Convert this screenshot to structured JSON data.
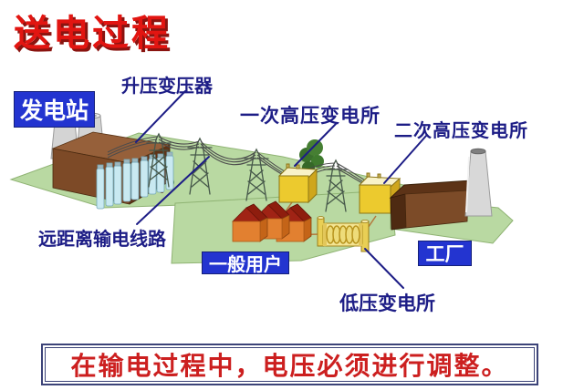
{
  "title": "送电过程",
  "note": "在输电过程中，电压必须进行调整。",
  "labels": {
    "step_up_transformer": "升压变压器",
    "power_station": "发电站",
    "primary_hv_substation": "一次高压变电所",
    "secondary_hv_substation": "二次高压变电所",
    "long_distance_line": "远距离输电线路",
    "general_users": "一般用户",
    "low_voltage_substation": "低压变电所",
    "factory": "工厂"
  },
  "colors": {
    "title_red": "#e21511",
    "title_shadow": "#8a1410",
    "label_navy": "#1d1d86",
    "box_blue": "#2334d0",
    "box_text": "#ffffff",
    "note_red": "#cc1f1f",
    "note_border": "#3c4378",
    "ground_green": "#b9d9a2"
  }
}
